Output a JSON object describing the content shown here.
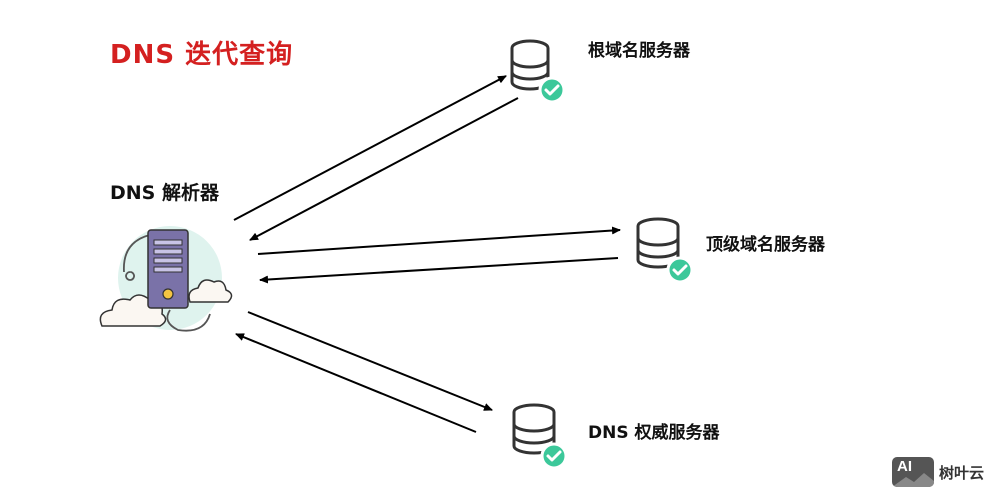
{
  "title": "DNS  迭代查询",
  "nodes": {
    "resolver": {
      "label": "DNS 解析器",
      "icon": "cloud-server-icon"
    },
    "root": {
      "label": "根域名服务器",
      "icon": "database-icon"
    },
    "tld": {
      "label": "顶级域名服务器",
      "icon": "database-icon"
    },
    "authoritative": {
      "label": "DNS 权威服务器",
      "icon": "database-icon"
    }
  },
  "check_icon": "check-circle-icon",
  "watermark": {
    "box_text": "AI",
    "text": "树叶云"
  },
  "colors": {
    "title": "#d42020",
    "check": "#3cc89a",
    "server_body": "#7a72a8",
    "cloud_bg": "#dff3ee",
    "arrow": "#000000"
  }
}
